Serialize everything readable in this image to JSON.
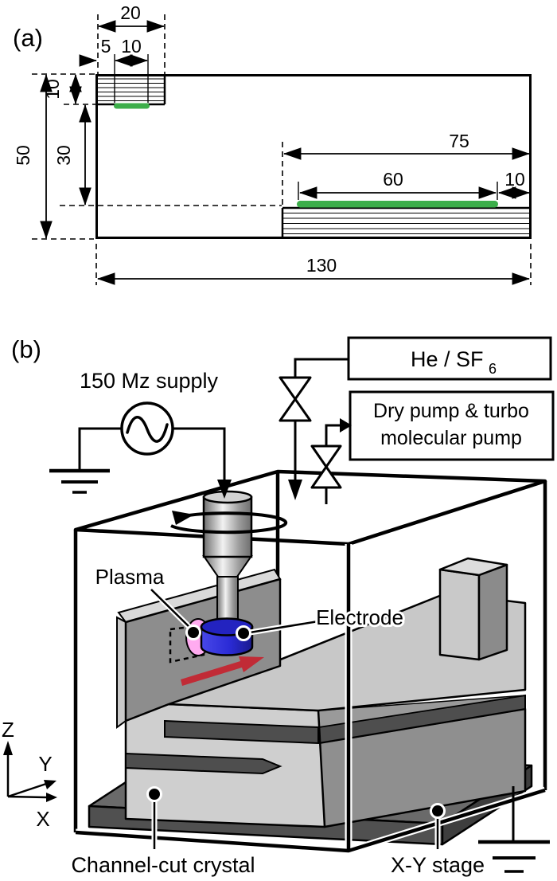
{
  "panel_a": {
    "label": "(a)",
    "dims": {
      "top_width": "20",
      "sub_left": "5",
      "sub_right": "10",
      "height_upper": "10",
      "height_mid": "30",
      "height_total": "50",
      "lower_span": "75",
      "coating_len": "60",
      "right_offset": "10",
      "total_len": "130"
    },
    "coating_color": "#3cae4a"
  },
  "panel_b": {
    "label": "(b)",
    "supply_label": "150 Mz supply",
    "gas_box": {
      "main": "He / SF",
      "sub": "6"
    },
    "pump_box": {
      "line1": "Dry pump & turbo",
      "line2": "molecular pump"
    },
    "plasma_label": "Plasma",
    "electrode_label": "Electrode",
    "crystal_label": "Channel-cut crystal",
    "stage_label": "X-Y stage",
    "axes": {
      "x": "X",
      "y": "Y",
      "z": "Z"
    },
    "colors": {
      "electrode_blue": "#2b2bd6",
      "electrode_top_blue": "#2323c0",
      "plasma_pink": "#ffabf0",
      "feed_arrow_red": "#c12b36"
    }
  }
}
